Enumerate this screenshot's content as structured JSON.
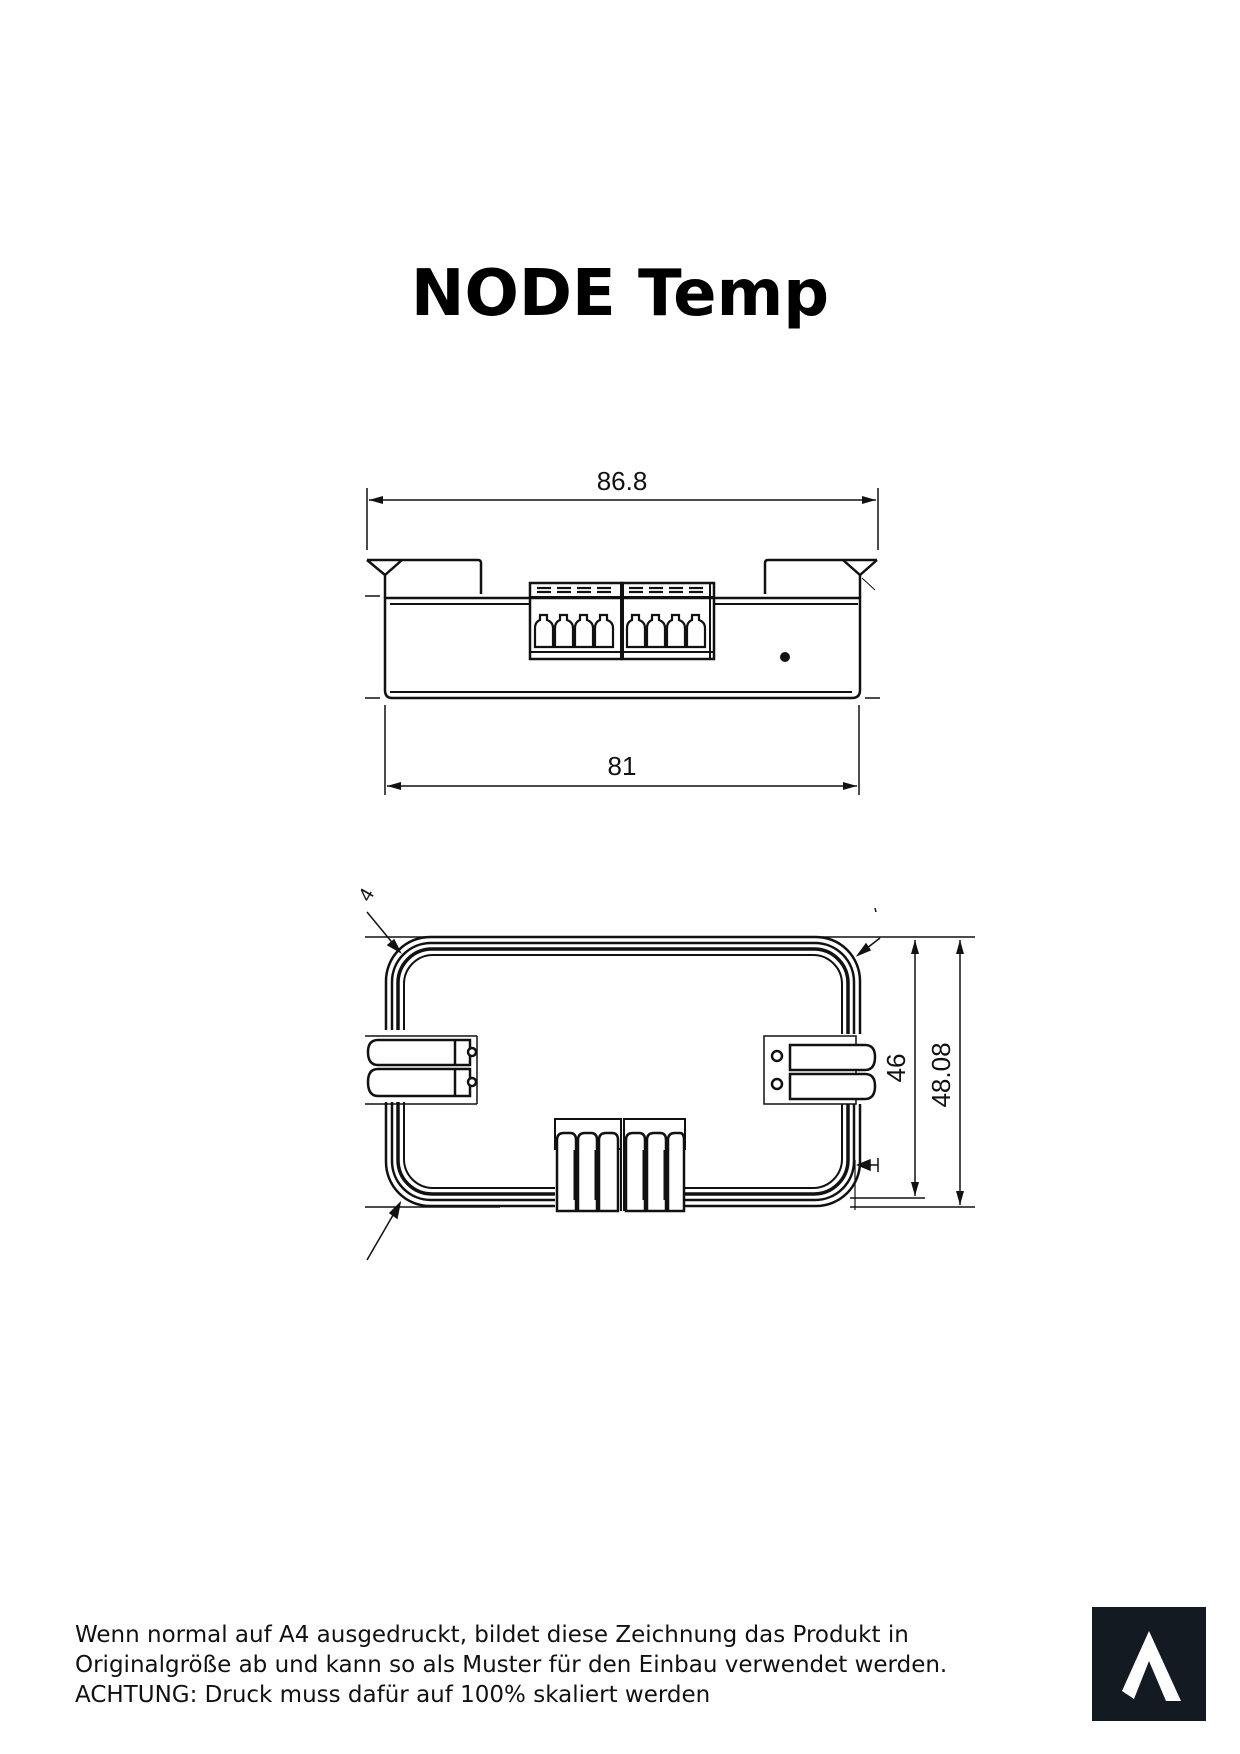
{
  "title": "NODE Temp",
  "drawings": {
    "side_view": {
      "dimension_top": "86.8",
      "dimension_bottom": "81",
      "terminal_blocks": 2,
      "terminals_per_block": 4
    },
    "top_view": {
      "dimension_inner_height": "46",
      "dimension_outer_height": "48.08",
      "corner_label": "4",
      "bottom_connector_pins_per_block": 3,
      "side_connector_slots": 2
    }
  },
  "footer": {
    "lines": [
      "Wenn normal auf A4 ausgedruckt, bildet diese Zeichnung das Produkt in",
      "Originalgröße ab und kann so als Muster für den Einbau verwendet werden.",
      "ACHTUNG: Druck muss dafür auf 100% skaliert werden"
    ]
  },
  "logo": {
    "icon": "lambda-chevron-logo-icon",
    "background_color": "#141a22",
    "foreground_color": "#ffffff"
  }
}
